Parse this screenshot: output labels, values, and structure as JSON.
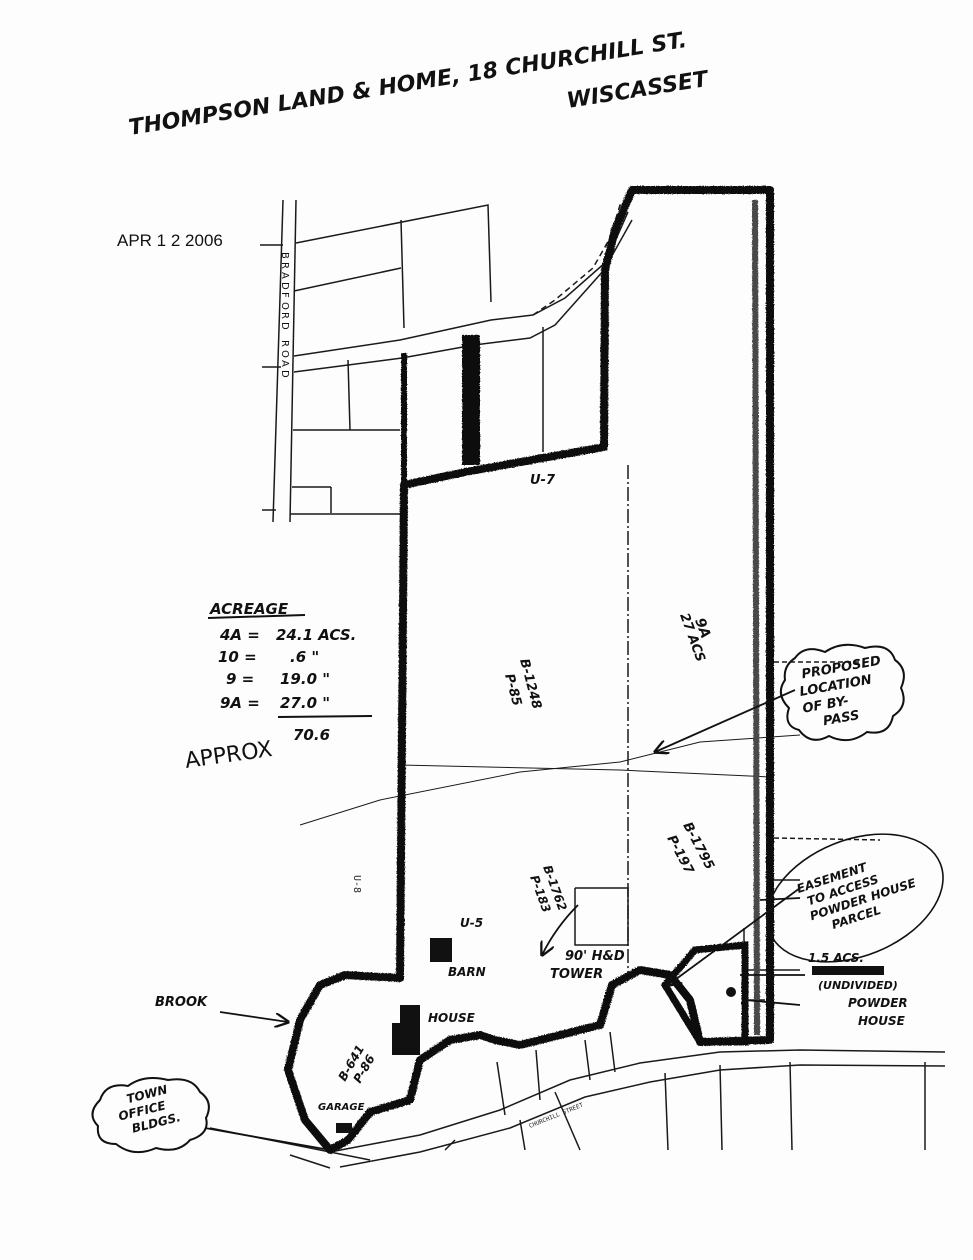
{
  "title": {
    "line1": "THOMPSON LAND & HOME, 18 CHURCHILL ST.",
    "line2": "WISCASSET"
  },
  "stamp": {
    "date": "APR 1 2 2006"
  },
  "roads": {
    "bradford": [
      "B",
      "R",
      "A",
      "D",
      "F",
      "O",
      "R",
      "D"
    ],
    "bradford_road": [
      "R",
      "O",
      "A",
      "D"
    ],
    "churchill_street": "CHURCHILL STREET"
  },
  "acreage": {
    "heading": "ACREAGE",
    "rows": [
      {
        "lot": "4A =",
        "value": "24.1 ACS."
      },
      {
        "lot": "10 =",
        "value": ".6 \""
      },
      {
        "lot": "9 =",
        "value": "19.0 \""
      },
      {
        "lot": "9A =",
        "value": "27.0 \""
      }
    ],
    "total": "70.6",
    "note": "APPROX"
  },
  "zones": {
    "u7": "U-7",
    "u5": "U-5",
    "u8": "U-8"
  },
  "parcels": {
    "main_book": "B-1248",
    "main_page": "P-85",
    "lot_9a": "9A",
    "lot_9a_acres": "27 ACS",
    "east_book": "B-1795",
    "east_page": "P-197",
    "mid_book": "B-1762",
    "mid_page": "P-183",
    "house_book": "B-641",
    "house_page": "P-86"
  },
  "labels": {
    "barn": "BARN",
    "house": "HOUSE",
    "garage": "GARAGE",
    "brook": "BROOK",
    "tower_line1": "90' H&D",
    "tower_line2": "TOWER",
    "bypass": [
      "PROPOSED",
      "LOCATION",
      "OF BY-",
      "PASS"
    ],
    "easement": [
      "EASEMENT",
      "TO ACCESS",
      "POWDER HOUSE",
      "PARCEL"
    ],
    "powder_acres": "1.5 ACS.",
    "powder_undivided": "(UNDIVIDED)",
    "powder_house": [
      "POWDER",
      "HOUSE"
    ],
    "town_office": [
      "TOWN",
      "OFFICE",
      "BLDGS."
    ]
  },
  "colors": {
    "ink": "#111111",
    "paper": "#fdfdfd",
    "boundary": "#0d0d0d",
    "shade": "#555555"
  }
}
